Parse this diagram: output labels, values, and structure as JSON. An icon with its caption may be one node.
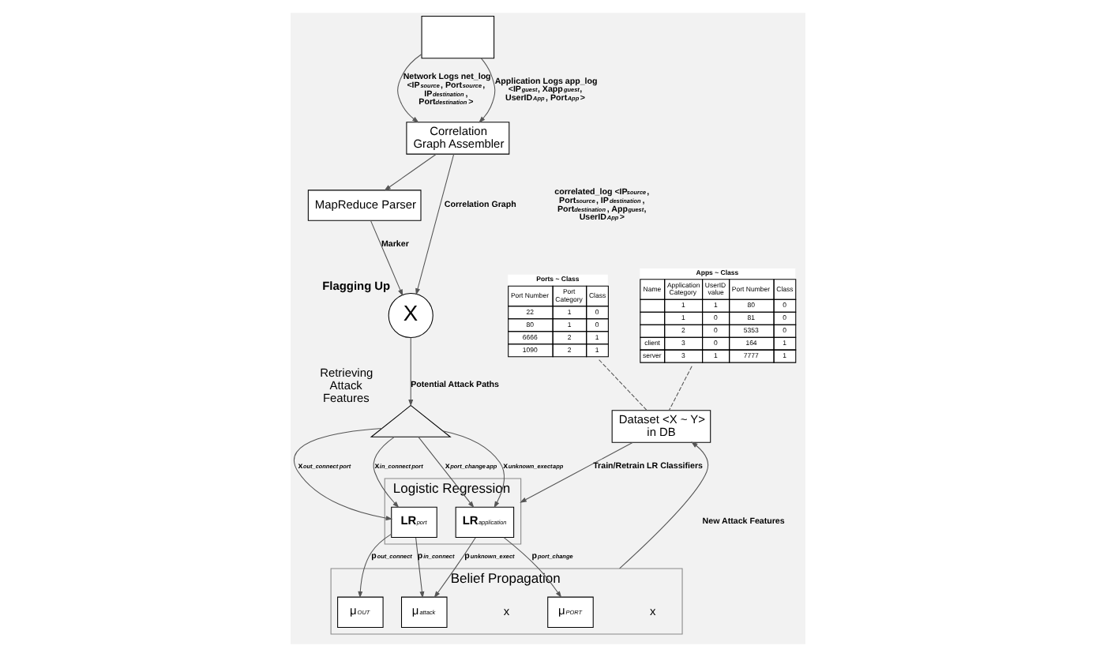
{
  "diagram": {
    "nodes": [
      {
        "text": [],
        "shape": "box"
      },
      {
        "text": [
          "Correlation Graph Assembler"
        ]
      },
      {
        "text": [
          "MapReduce Parser"
        ]
      },
      {
        "text": [
          "X"
        ],
        "beside": [
          "Flagging Up"
        ]
      },
      {
        "text": [
          "Retrieving Attack Features"
        ]
      },
      {
        "text": [
          "Logistic Regression"
        ]
      },
      {
        "text": [
          "**LR**$_{application}$"
        ],
        "in": 5
      },
      {
        "text": [
          "**LR**$_{port}$"
        ],
        "in": 5
      },
      {
        "text": [
          "Dataset <X ~ Y> in DB"
        ]
      },
      {
        "text": [
          "Belief Propagation"
        ]
      },
      {
        "text": [
          "μ$_{PORT}$"
        ],
        "in": 9
      },
      {
        "text": [
          "μ$_{attack}$"
        ],
        "in": 9
      },
      {
        "text": [
          "μ$_{OUT}$"
        ],
        "in": 9
      },
      {
        "text": [
          "Ports ~ Class",
          "Port Number",
          "Port Category",
          "Class",
          "22",
          "1",
          "0",
          "80",
          "1",
          "0",
          "6666",
          "2",
          "1",
          "1090",
          "2",
          "1"
        ]
      },
      {
        "text": [
          "Apps ~ Class",
          "Name",
          "Application Category",
          "UserID value",
          "Port Number",
          "Class",
          "1",
          "1",
          "80",
          "0",
          "1",
          "0",
          "81",
          "0",
          "2",
          "0",
          "5353",
          "0",
          "client",
          "3",
          "0",
          "164",
          "1",
          "server",
          "3",
          "1",
          "7777",
          "1"
        ]
      }
    ],
    "edges": [
      {
        "from": 0,
        "to": 1,
        "arrow": "to",
        "label": "Network Logs net_log <IP$_{source}$, Port$_{source}$, IP$_{destination}$, Port$_{destination}$>"
      },
      {
        "from": 0,
        "to": 1,
        "arrow": "to",
        "label": "Application Logs app_log <IP$_{guest}$, Xapp$_{guest}$, UserID$_{App}$, Port$_{App}$>"
      },
      {
        "from": 1,
        "to": 2,
        "arrow": "to"
      },
      {
        "from": 1,
        "to": 3,
        "arrow": "to",
        "label": "Correlation Graph"
      },
      {
        "from": 2,
        "to": 3,
        "arrow": "to",
        "label": "Marker"
      },
      {
        "from": 3,
        "to": 4,
        "arrow": "to",
        "label": "Potential Attack Paths"
      },
      {
        "from": 4,
        "to": 6,
        "arrow": "to",
        "label": "x$^{port_change}$$_{app}$"
      },
      {
        "from": 4,
        "to": 6,
        "arrow": "to",
        "label": "x$^{unknown_exect}$$_{app}$"
      },
      {
        "from": 4,
        "to": 7,
        "arrow": "to",
        "label": "x$^{out_connect}$$_{port}$"
      },
      {
        "from": 4,
        "to": 7,
        "arrow": "to",
        "label": "x$^{in_connect}$$_{port}$"
      },
      {
        "from": 8,
        "to": 5,
        "arrow": "to",
        "label": "Train/Retrain LR Classifiers"
      },
      {
        "from": 6,
        "to": 10,
        "arrow": "to",
        "label": "p$_{port_change}$"
      },
      {
        "from": 6,
        "to": 11,
        "arrow": "to",
        "label": "p$_{unknown_exect}$"
      },
      {
        "from": 7,
        "to": 11,
        "arrow": "to",
        "label": "p$_{in_connect}$"
      },
      {
        "from": 7,
        "to": 12,
        "arrow": "to",
        "label": "p$_{out_connect}$"
      },
      {
        "from": 9,
        "to": 8,
        "arrow": "to",
        "label": "New Attack Features"
      },
      {
        "from": 13,
        "to": 8,
        "arrow": "none",
        "style": "dashed"
      },
      {
        "from": 14,
        "to": 8,
        "arrow": "none",
        "style": "dashed"
      }
    ],
    "labels": [
      "correlated_log <IP$_{source}$, Port$_{source}$, IP$_{destination}$, Port$_{destination}$, App$_{guest}$, UserID$_{App}$>",
      "x",
      "x"
    ]
  }
}
